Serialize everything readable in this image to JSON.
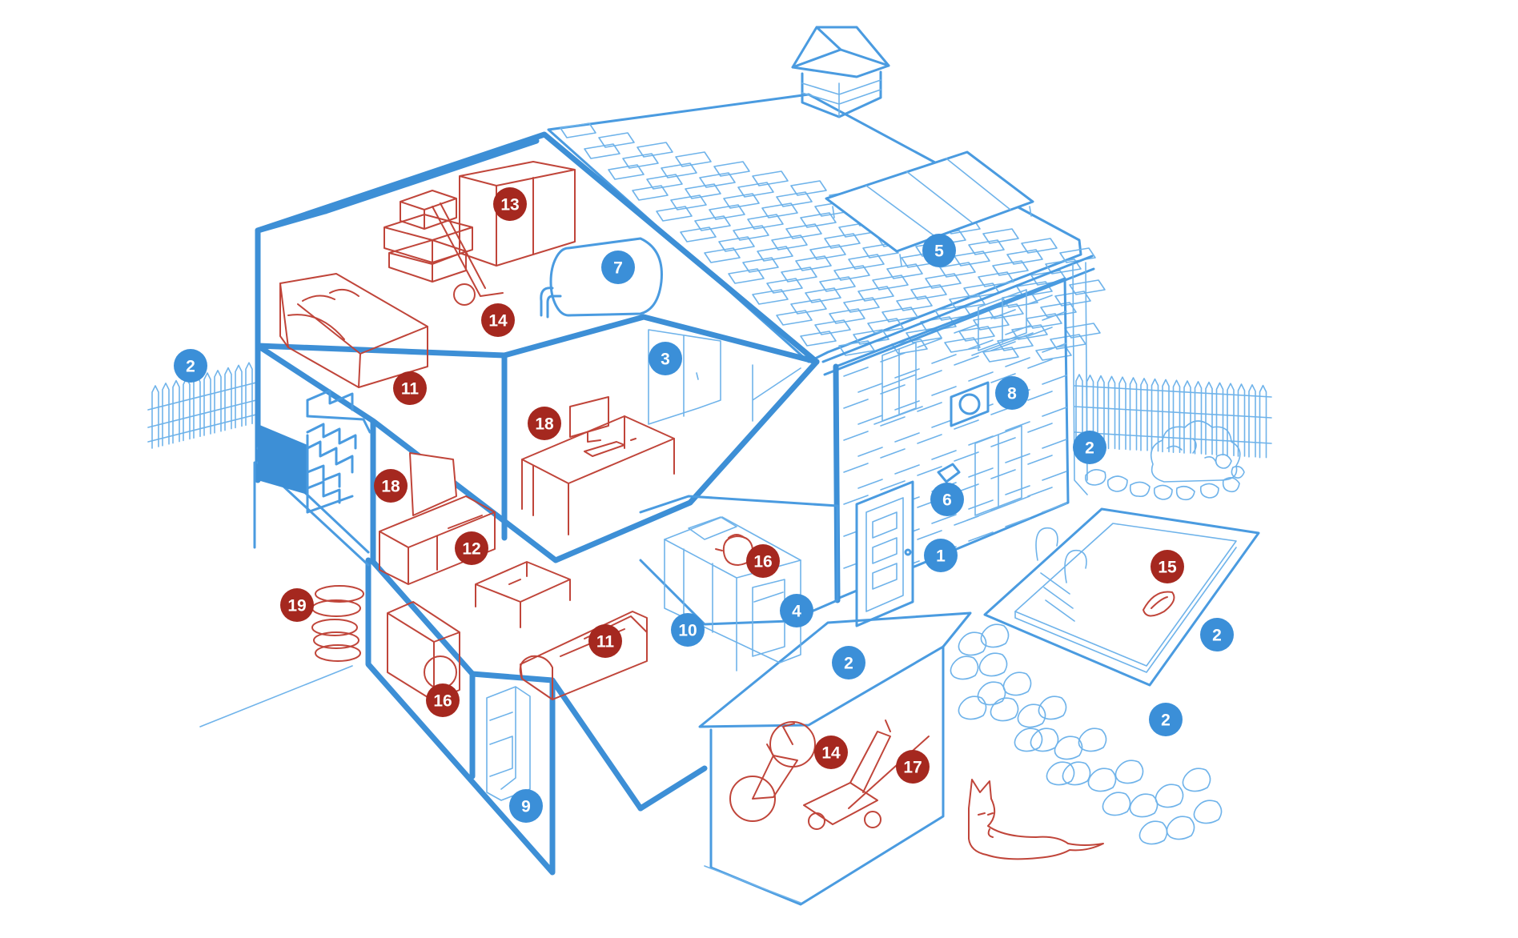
{
  "colors": {
    "blue_badge": "#3b8fd8",
    "red_badge": "#a5281f",
    "line_blue": "#4a9be0",
    "line_red": "#c0453a"
  },
  "badges": [
    {
      "id": "b1",
      "label": "1",
      "color": "blue",
      "item": "front-door"
    },
    {
      "id": "b2a",
      "label": "2",
      "color": "blue",
      "item": "left-fence"
    },
    {
      "id": "b2b",
      "label": "2",
      "color": "blue",
      "item": "right-garden"
    },
    {
      "id": "b2c",
      "label": "2",
      "color": "blue",
      "item": "shed-roof"
    },
    {
      "id": "b2d",
      "label": "2",
      "color": "blue",
      "item": "pool-surround"
    },
    {
      "id": "b2e",
      "label": "2",
      "color": "blue",
      "item": "stone-path"
    },
    {
      "id": "b3",
      "label": "3",
      "color": "blue",
      "item": "built-in-wardrobe"
    },
    {
      "id": "b4",
      "label": "4",
      "color": "blue",
      "item": "kitchen-cabinets"
    },
    {
      "id": "b5",
      "label": "5",
      "color": "blue",
      "item": "solar-panels"
    },
    {
      "id": "b6",
      "label": "6",
      "color": "blue",
      "item": "wall-lamp"
    },
    {
      "id": "b7",
      "label": "7",
      "color": "blue",
      "item": "water-heater"
    },
    {
      "id": "b8",
      "label": "8",
      "color": "blue",
      "item": "air-conditioner"
    },
    {
      "id": "b9",
      "label": "9",
      "color": "blue",
      "item": "boiler"
    },
    {
      "id": "b10",
      "label": "10",
      "color": "blue",
      "item": "floor"
    },
    {
      "id": "b11a",
      "label": "11",
      "color": "red",
      "item": "bed"
    },
    {
      "id": "b11b",
      "label": "11",
      "color": "red",
      "item": "sofa"
    },
    {
      "id": "b12",
      "label": "12",
      "color": "red",
      "item": "tv-cabinet"
    },
    {
      "id": "b13",
      "label": "13",
      "color": "red",
      "item": "attic-cabinet"
    },
    {
      "id": "b14a",
      "label": "14",
      "color": "red",
      "item": "sports-gear"
    },
    {
      "id": "b14b",
      "label": "14",
      "color": "red",
      "item": "bicycle"
    },
    {
      "id": "b15",
      "label": "15",
      "color": "red",
      "item": "pool-float"
    },
    {
      "id": "b16a",
      "label": "16",
      "color": "red",
      "item": "kettle"
    },
    {
      "id": "b16b",
      "label": "16",
      "color": "red",
      "item": "washing-machine"
    },
    {
      "id": "b17",
      "label": "17",
      "color": "red",
      "item": "lawn-mower"
    },
    {
      "id": "b18a",
      "label": "18",
      "color": "red",
      "item": "computer"
    },
    {
      "id": "b18b",
      "label": "18",
      "color": "red",
      "item": "television"
    },
    {
      "id": "b19",
      "label": "19",
      "color": "red",
      "item": "tires"
    }
  ]
}
